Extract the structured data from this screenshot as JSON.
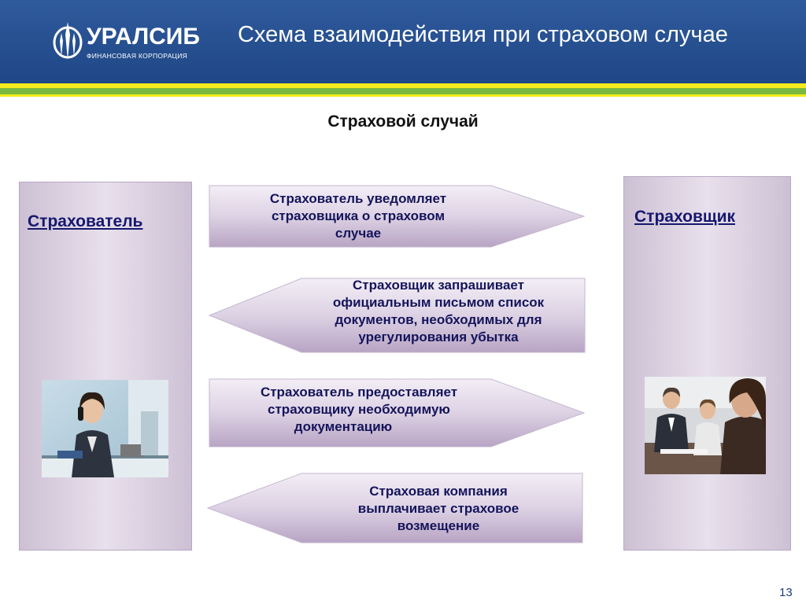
{
  "header": {
    "logo_name": "УРАЛСИБ",
    "logo_sub": "ФИНАНСОВАЯ КОРПОРАЦИЯ",
    "title": "Схема взаимодействия при страховом случае"
  },
  "subtitle": "Страховой случай",
  "left_panel": {
    "label": "Страхователь"
  },
  "right_panel": {
    "label": "Страховщик"
  },
  "steps": [
    {
      "direction": "right",
      "lines": [
        "Страхователь уведомляет",
        "страховщика о страховом",
        "случае"
      ]
    },
    {
      "direction": "left",
      "lines": [
        "Страховщик запрашивает",
        "официальным письмом список",
        "документов, необходимых для",
        "урегулирования убытка"
      ]
    },
    {
      "direction": "right",
      "lines": [
        "Страхователь предоставляет",
        "страховщику необходимую",
        "документацию"
      ]
    },
    {
      "direction": "left",
      "lines": [
        "Страховая компания",
        "выплачивает страховое",
        "возмещение"
      ]
    }
  ],
  "page_number": "13",
  "colors": {
    "header": "#1f4786",
    "accent_yellow": "#f4ea1c",
    "accent_green": "#7ab93f",
    "text": "#14145a"
  }
}
